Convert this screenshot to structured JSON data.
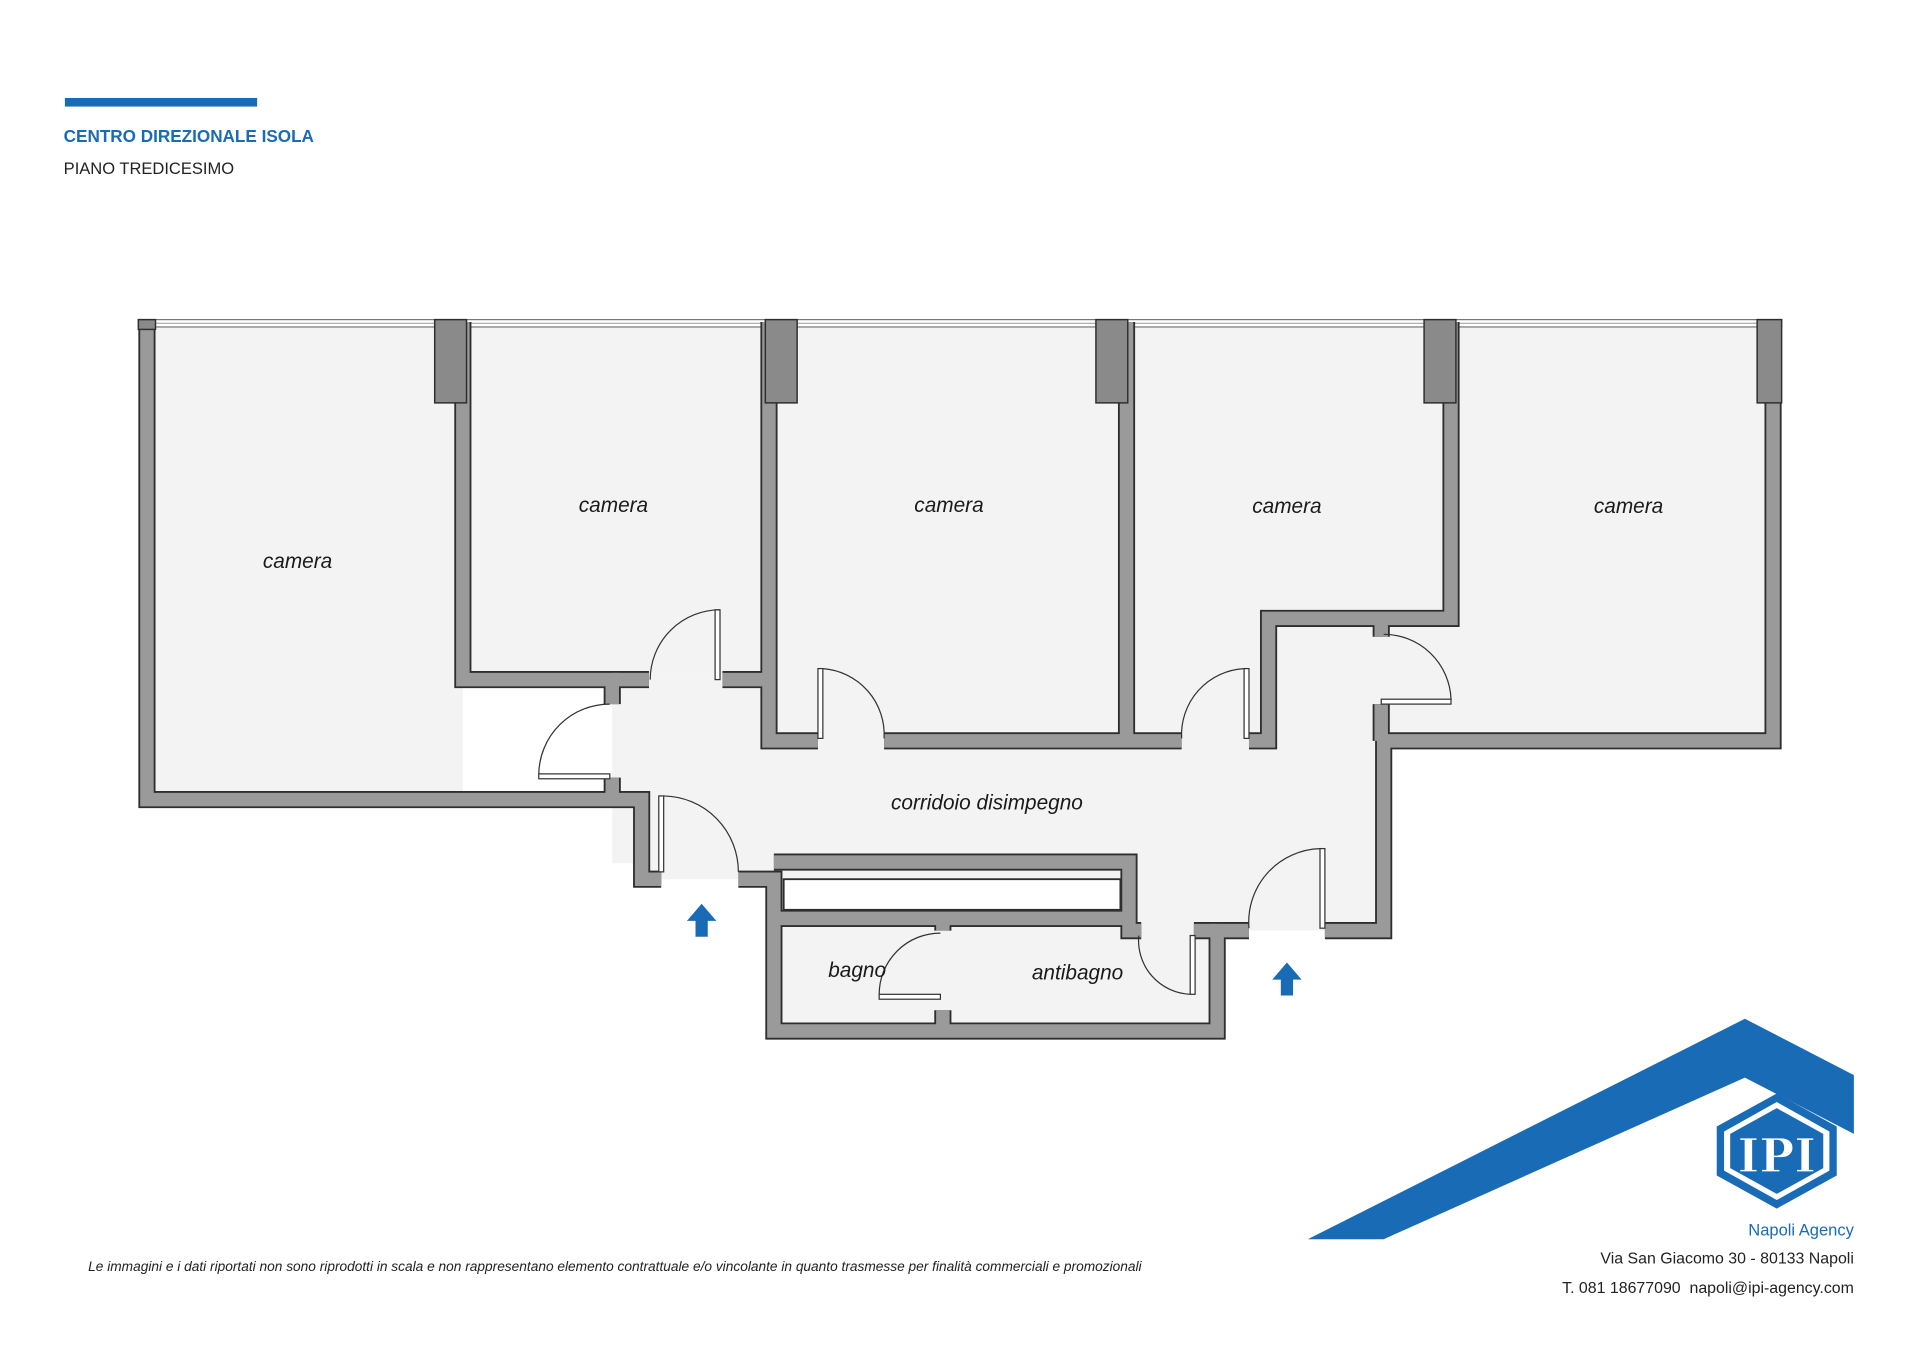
{
  "header": {
    "title": "CENTRO DIREZIONALE ISOLA",
    "subtitle": "PIANO TREDICESIMO"
  },
  "rooms": {
    "camera_1": "camera",
    "camera_2": "camera",
    "camera_3": "camera",
    "camera_4": "camera",
    "camera_5": "camera",
    "corridor": "corridoio disimpegno",
    "bagno": "bagno",
    "antibagno": "antibagno"
  },
  "disclaimer": "Le immagini e i dati riportati non sono riprodotti in scala e non rappresentano elemento contrattuale e/o vincolante in quanto trasmesse per finalità commerciali e promozionali",
  "agency": {
    "logo_text": "IPI",
    "name": "Napoli Agency",
    "address": "Via San Giacomo 30 - 80133 Napoli",
    "contact": "T. 081 18677090  napoli@ipi-agency.com"
  },
  "colors": {
    "brand_blue": "#1a6bb5",
    "wall_gray": "#9a9a9a",
    "floor": "#f2f2f2"
  },
  "icons": [
    "entrance-arrow-icon",
    "entrance-arrow-icon"
  ]
}
